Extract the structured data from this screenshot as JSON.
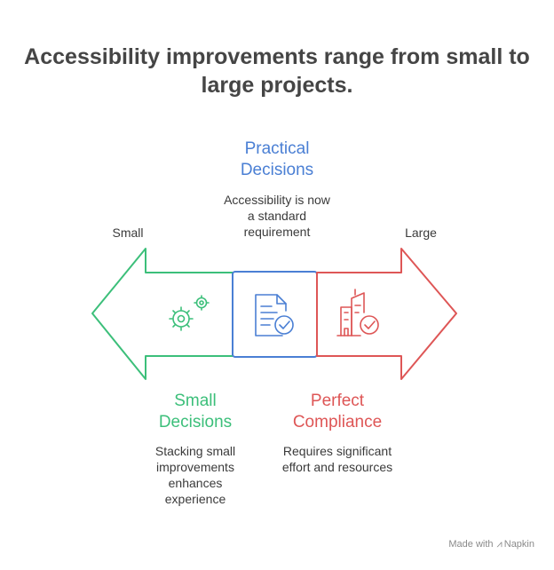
{
  "title": {
    "line1": "Accessibility improvements range from small to",
    "line2": "large projects."
  },
  "scale": {
    "left_label": "Small",
    "right_label": "Large"
  },
  "stages": [
    {
      "title_line1": "Small",
      "title_line2": "Decisions",
      "desc_lines": [
        "Stacking small",
        "improvements",
        "enhances",
        "experience"
      ],
      "icon": "gears-icon",
      "color": "#3cbf7a"
    },
    {
      "title_line1": "Practical",
      "title_line2": "Decisions",
      "desc_lines": [
        "Accessibility is now",
        "a standard",
        "requirement"
      ],
      "icon": "document-check-icon",
      "color": "#4a7fd4"
    },
    {
      "title_line1": "Perfect",
      "title_line2": "Compliance",
      "desc_lines": [
        "Requires significant",
        "effort and resources"
      ],
      "icon": "building-check-icon",
      "color": "#de5656"
    }
  ],
  "footer": {
    "made_with": "Made with",
    "brand": "Napkin"
  }
}
